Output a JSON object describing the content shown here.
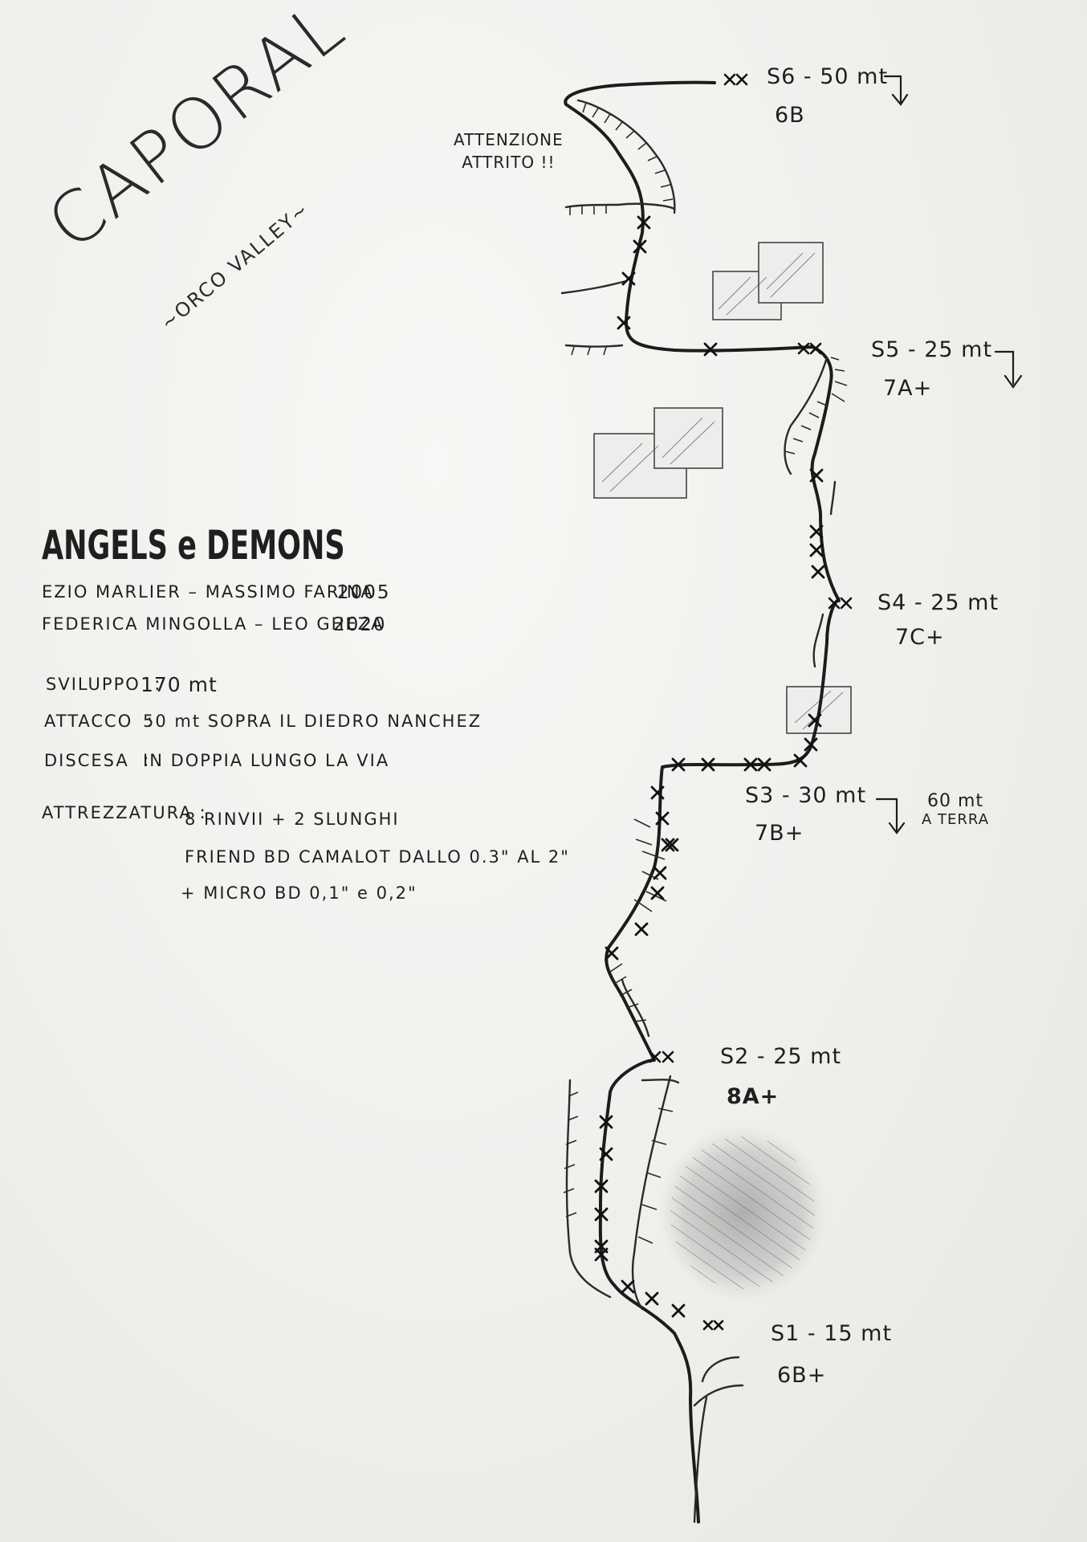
{
  "crag": {
    "name": "CAPORAL",
    "subtitle": "~ORCO VALLEY~"
  },
  "route": {
    "name": "ANGELS e DEMONS",
    "first_ascent": {
      "climbers": "EZIO MARLIER  –  MASSIMO FARINA",
      "year": "2005"
    },
    "repeat": {
      "climbers": "FEDERICA MINGOLLA – LEO GHEZA",
      "year": "2020"
    }
  },
  "info": {
    "sviluppo": {
      "label": "SVILUPPO",
      "value": "170 mt"
    },
    "attacco": {
      "label": "ATTACCO",
      "value": "50 mt   SOPRA IL DIEDRO NANCHEZ"
    },
    "discesa": {
      "label": "DISCESA",
      "value": "IN DOPPIA LUNGO LA VIA"
    },
    "attrezzatura": {
      "label": "ATTREZZATURA",
      "lines": [
        "8 RINVII  +  2 SLUNGHI",
        "FRIEND BD CAMALOT DALLO 0.3\" AL 2\"",
        "+ MICRO BD 0,1\" e 0,2\""
      ]
    },
    "separator": ":"
  },
  "pitches": [
    {
      "belay": "S1 - 15 mt",
      "grade": "6B+"
    },
    {
      "belay": "S2 - 25 mt",
      "grade": "8A+"
    },
    {
      "belay": "S3 - 30 mt",
      "grade": "7B+",
      "rappel_note": "60 mt",
      "rappel_note2": "A TERRA"
    },
    {
      "belay": "S4 - 25 mt",
      "grade": "7C+"
    },
    {
      "belay": "S5 - 25 mt",
      "grade": "7A+"
    },
    {
      "belay": "S6 - 50 mt",
      "grade": "6B"
    }
  ],
  "warning": {
    "line1": "ATTENZIONE",
    "line2": "ATTRITO !!"
  },
  "symbols": {
    "anchor": "XX",
    "rappel_arrow": "↓"
  },
  "colors": {
    "pencil": "#1f1f1f",
    "paper": "#f4f4f2",
    "shading": "#6b6b6b"
  }
}
